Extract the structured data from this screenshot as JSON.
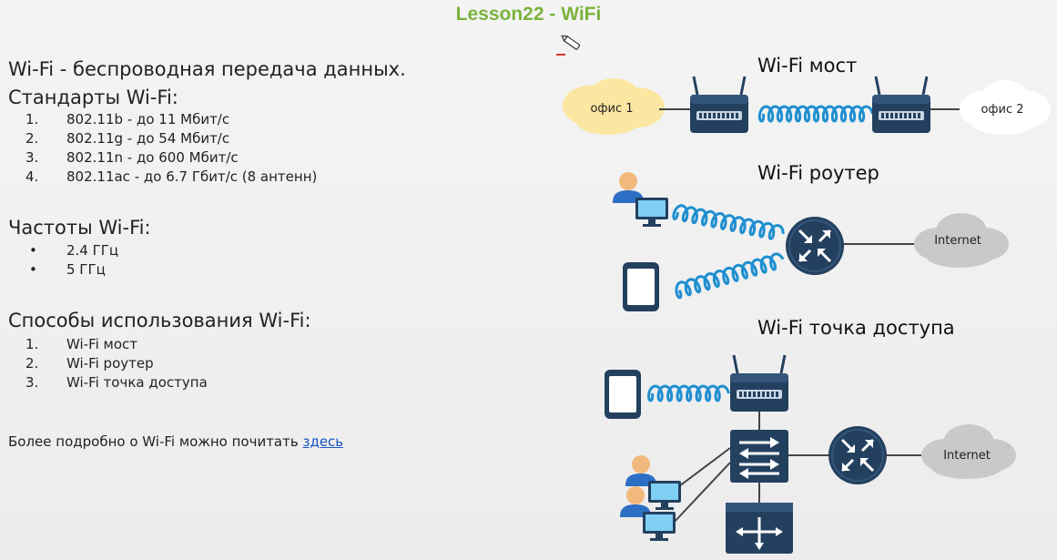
{
  "lesson_title": "Lesson22 - WiFi",
  "intro_line": "Wi-Fi - беспроводная передача данных.",
  "standards": {
    "heading": "Стандарты Wi-Fi:",
    "items": [
      {
        "num": "1.",
        "text": "802.11b - до 11 Мбит/с"
      },
      {
        "num": "2.",
        "text": "802.11g - до 54 Мбит/с"
      },
      {
        "num": "3.",
        "text": "802.11n - до 600 Мбит/с"
      },
      {
        "num": "4.",
        "text": "802.11ac - до 6.7 Гбит/с (8 антенн)"
      }
    ]
  },
  "frequencies": {
    "heading": "Частоты Wi-Fi:",
    "items": [
      {
        "bullet": "•",
        "text": "2.4 ГГц"
      },
      {
        "bullet": "•",
        "text": "5 ГГц"
      }
    ]
  },
  "usage": {
    "heading": "Способы использования Wi-Fi:",
    "items": [
      {
        "num": "1.",
        "text": "Wi-Fi мост"
      },
      {
        "num": "2.",
        "text": "Wi-Fi роутер"
      },
      {
        "num": "3.",
        "text": "Wi-Fi точка доступа"
      }
    ]
  },
  "more_info": {
    "text": "Более подробно о Wi-Fi можно почитать ",
    "link": "здесь"
  },
  "diagrams": {
    "bridge": {
      "title": "Wi-Fi мост",
      "office1": "офис 1",
      "office2": "офис 2"
    },
    "router": {
      "title": "Wi-Fi роутер",
      "internet": "Internet"
    },
    "access_point": {
      "title": "Wi-Fi точка доступа",
      "internet": "Internet"
    }
  },
  "colors": {
    "title_green": "#7bb33f",
    "device_navy": "#24405f",
    "wave_blue": "#1f8fd0",
    "link_blue": "#1a55c4",
    "cloud_yellow": "#fbe7a1",
    "cloud_gray": "#c9c9c9"
  }
}
